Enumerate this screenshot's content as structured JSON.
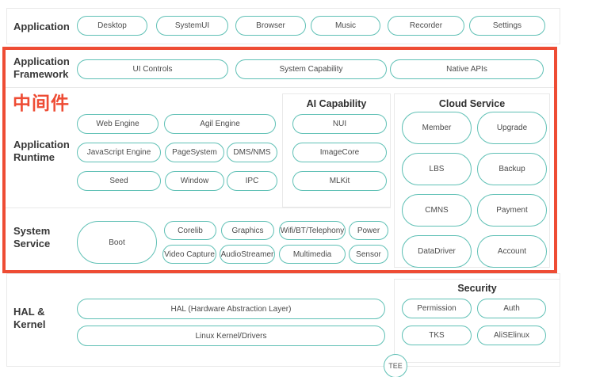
{
  "colors": {
    "teal_border": "#5fc0b5",
    "red_highlight": "#ee4c34",
    "gray_border": "#e9e9e9"
  },
  "layers": {
    "application": {
      "label": "Application",
      "pills": [
        "Desktop",
        "SystemUI",
        "Browser",
        "Music",
        "Recorder",
        "Settings"
      ]
    },
    "application_framework": {
      "label": "Application Framework",
      "pills": [
        "UI Controls",
        "System Capability",
        "Native APIs"
      ]
    },
    "middleware": {
      "label": "中间件"
    },
    "application_runtime": {
      "label": "Application Runtime",
      "pills": [
        "Web Engine",
        "Agil Engine",
        "JavaScript Engine",
        "PageSystem",
        "DMS/NMS",
        "Seed",
        "Window",
        "IPC"
      ]
    },
    "ai_capability": {
      "title": "AI Capability",
      "pills": [
        "NUI",
        "ImageCore",
        "MLKit"
      ]
    },
    "cloud_service": {
      "title": "Cloud Service",
      "pills": [
        "Member",
        "Upgrade",
        "LBS",
        "Backup",
        "CMNS",
        "Payment",
        "DataDriver",
        "Account"
      ]
    },
    "system_service": {
      "label": "System Service",
      "pills": [
        "Boot",
        "Corelib",
        "Graphics",
        "Wifi/BT/Telephony",
        "Power",
        "Video Capture",
        "AudioStreamer",
        "Multimedia",
        "Sensor"
      ]
    },
    "hal_kernel": {
      "label": "HAL & Kernel",
      "pills": [
        "HAL (Hardware Abstraction Layer)",
        "Linux Kernel/Drivers"
      ]
    },
    "security": {
      "title": "Security",
      "pills": [
        "Permission",
        "Auth",
        "TKS",
        "AliSElinux"
      ]
    },
    "tee": {
      "label": "TEE"
    }
  }
}
